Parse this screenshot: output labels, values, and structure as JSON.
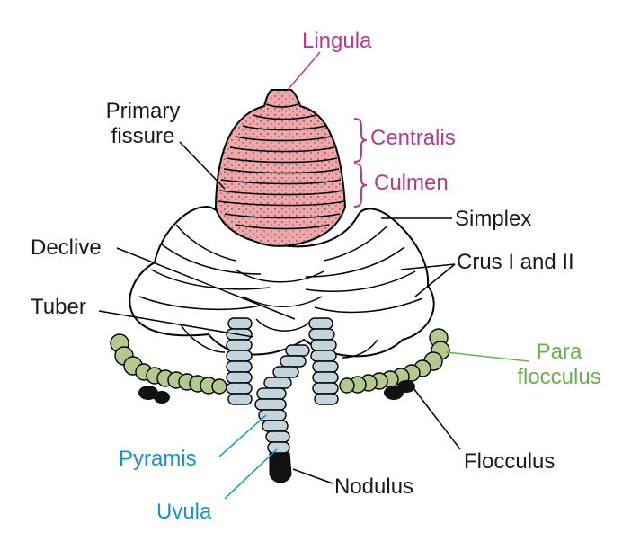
{
  "labels": {
    "lingula": "Lingula",
    "primary_1": "Primary",
    "primary_2": "fissure",
    "centralis": "Centralis",
    "culmen": "Culmen",
    "simplex": "Simplex",
    "declive": "Declive",
    "crus": "Crus I and II",
    "tuber": "Tuber",
    "para_1": "Para",
    "para_2": "flocculus",
    "pyramis": "Pyramis",
    "flocculus": "Flocculus",
    "nodulus": "Nodulus",
    "uvula": "Uvula"
  },
  "colors": {
    "anterior_lobe": "#f0a6aa",
    "anterior_lobe_label": "#b43c8c",
    "paraflocculus": "#b4c890",
    "paraflocculus_label": "#6ab04c",
    "vermis_segments": "#c4d4dc",
    "vermis_label": "#1e90c8",
    "outline": "#000000",
    "text": "#1a1a1a"
  }
}
